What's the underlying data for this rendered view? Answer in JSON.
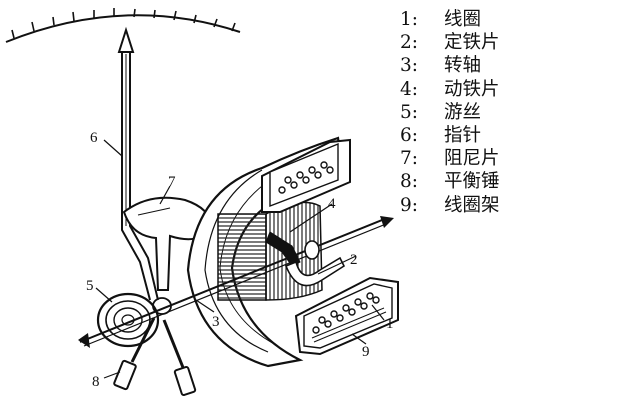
{
  "diagram": {
    "callouts": [
      "1",
      "2",
      "3",
      "4",
      "5",
      "6",
      "7",
      "8",
      "9"
    ]
  },
  "legend": {
    "items": [
      {
        "num": "1:",
        "text": "线圈"
      },
      {
        "num": "2:",
        "text": "定铁片"
      },
      {
        "num": "3:",
        "text": "转轴"
      },
      {
        "num": "4:",
        "text": "动铁片"
      },
      {
        "num": "5:",
        "text": "游丝"
      },
      {
        "num": "6:",
        "text": "指针"
      },
      {
        "num": "7:",
        "text": "阻尼片"
      },
      {
        "num": "8:",
        "text": "平衡锤"
      },
      {
        "num": "9:",
        "text": "线圈架"
      }
    ]
  }
}
